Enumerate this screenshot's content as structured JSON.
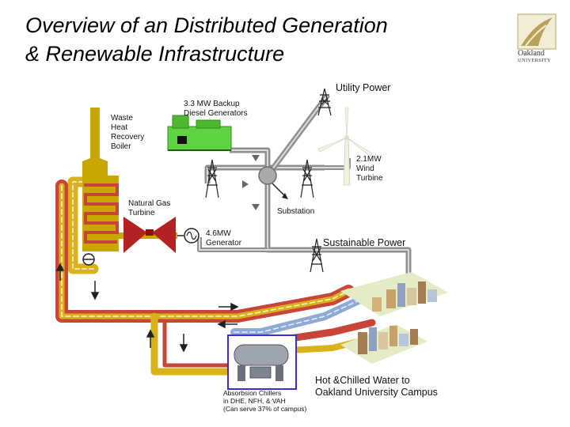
{
  "title": {
    "line1": "Overview of an Distributed Generation",
    "line2": "& Renewable Infrastructure"
  },
  "logo": {
    "word1": "Oakland",
    "word2": "UNIVERSITY"
  },
  "labels": {
    "utility_power": "Utility Power",
    "backup_1": "3.3 MW Backup",
    "backup_2": "Diesel Generators",
    "hrb_1": "Waste",
    "hrb_2": "Heat",
    "hrb_3": "Recovery",
    "hrb_4": "Boiler",
    "wind_1": "2.1MW",
    "wind_2": "Wind",
    "wind_3": "Turbine",
    "ngt_1": "Natural Gas",
    "ngt_2": "Turbine",
    "substation": "Substation",
    "gen_1": "4.6MW",
    "gen_2": "Generator",
    "sustainable": "Sustainable Power",
    "water_1": "Hot &Chilled Water to",
    "water_2": "Oakland University Campus",
    "chiller_1": "Absorbsion Chillers",
    "chiller_2": "in DHE, NFH, & VAH",
    "chiller_3": "(Can serve 37% of campus)"
  },
  "colors": {
    "pipe_yellow": "#d9b21a",
    "pipe_red": "#c8453a",
    "pipe_blue": "#8fa9d6",
    "boiler": "#c8a800",
    "turbine": "#b22222",
    "diesel": "#5fd33f",
    "power_line": "#8f8f8f",
    "chiller_frame": "#3a2fd0"
  }
}
